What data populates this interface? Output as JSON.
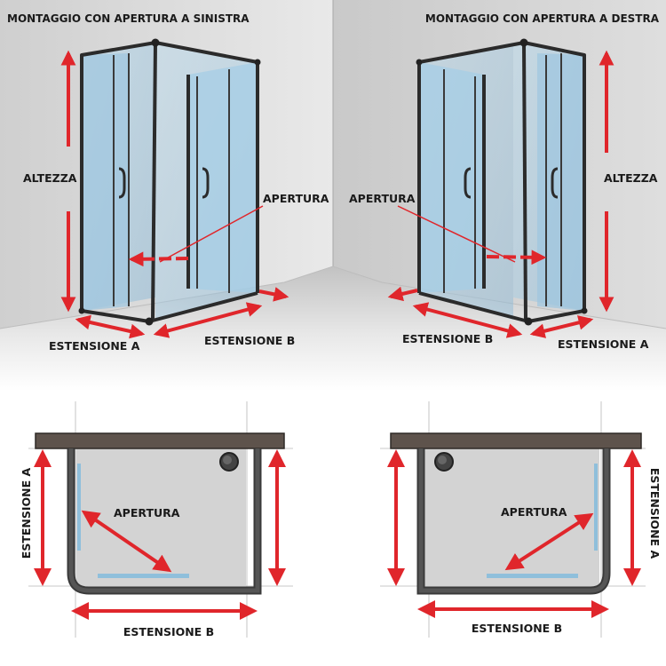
{
  "diagrams": {
    "top_left": {
      "title": "MONTAGGIO CON APERTURA A SINISTRA",
      "height_label": "ALTEZZA",
      "opening_label": "APERTURA",
      "extension_a_label": "ESTENSIONE A",
      "extension_b_label": "ESTENSIONE B"
    },
    "top_right": {
      "title": "MONTAGGIO CON APERTURA A DESTRA",
      "height_label": "ALTEZZA",
      "opening_label": "APERTURA",
      "extension_a_label": "ESTENSIONE A",
      "extension_b_label": "ESTENSIONE B"
    },
    "bottom_left": {
      "opening_label": "APERTURA",
      "extension_a_label": "ESTENSIONE A",
      "extension_b_label": "ESTENSIONE B"
    },
    "bottom_right": {
      "opening_label": "APERTURA",
      "extension_a_label": "ESTENSIONE A",
      "extension_b_label": "ESTENSIONE B"
    }
  },
  "colors": {
    "arrow": "#e0262b",
    "glass": "#a9cde3",
    "frame": "#2b2b2b",
    "shelf": "#5e534c",
    "tray": "#d3d3d3"
  }
}
